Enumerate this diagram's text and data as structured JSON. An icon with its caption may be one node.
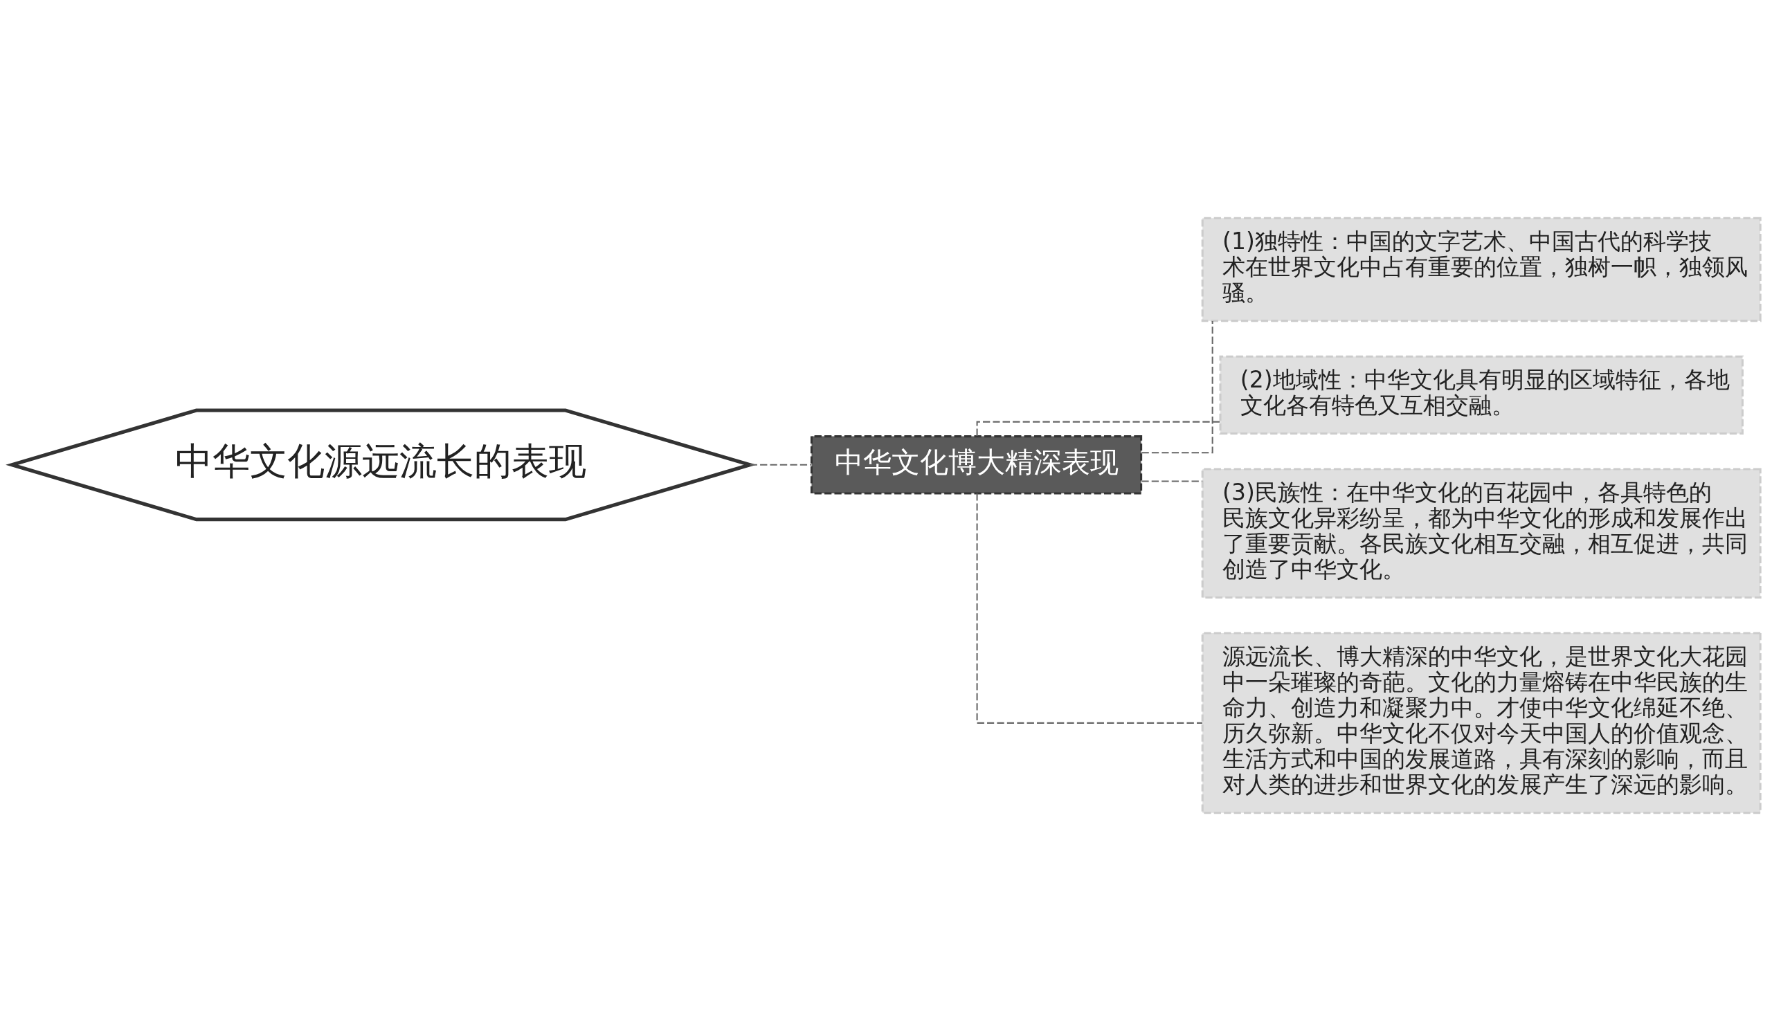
{
  "diagram": {
    "nodes": [
      {
        "text": [
          "中华文化源远流长的表现"
        ]
      },
      {
        "text": [
          "中华文化博大精深表现"
        ]
      },
      {
        "text": [
          "(1)独特性：中国的文字艺术、中国古代的科学技术在世界文化中占有重要的位置，独树一帜，独领风骚。"
        ]
      },
      {
        "text": [
          "(2)地域性：中华文化具有明显的区域特征，各地文化各有特色又互相交融。"
        ]
      },
      {
        "text": [
          "(3)民族性：在中华文化的百花园中，各具特色的民族文化异彩纷呈，都为中华文化的形成和发展作出了重要贡献。各民族文化相互交融，相互促进，共同创造了中华文化。"
        ]
      },
      {
        "text": [
          "源远流长、博大精深的中华文化，是世界文化大花园中一朵璀璨的奇葩。文化的力量熔铸在中华民族的生命力、创造力和凝聚力中。才使中华文化绵延不绝、历久弥新。中华文化不仅对今天中国人的价值观念、生活方式和中国的发展道路，具有深刻的影响，而且对人类的进步和世界文化的发展产生了深远的影响。"
        ]
      }
    ],
    "edges": [
      {
        "from": 0,
        "to": 1,
        "arrow": "none",
        "style": "dashed"
      },
      {
        "from": 1,
        "to": 2,
        "arrow": "none",
        "style": "dashed"
      },
      {
        "from": 1,
        "to": 3,
        "arrow": "none",
        "style": "dashed"
      },
      {
        "from": 1,
        "to": 4,
        "arrow": "none",
        "style": "dashed"
      },
      {
        "from": 1,
        "to": 5,
        "arrow": "none",
        "style": "dashed"
      }
    ]
  }
}
